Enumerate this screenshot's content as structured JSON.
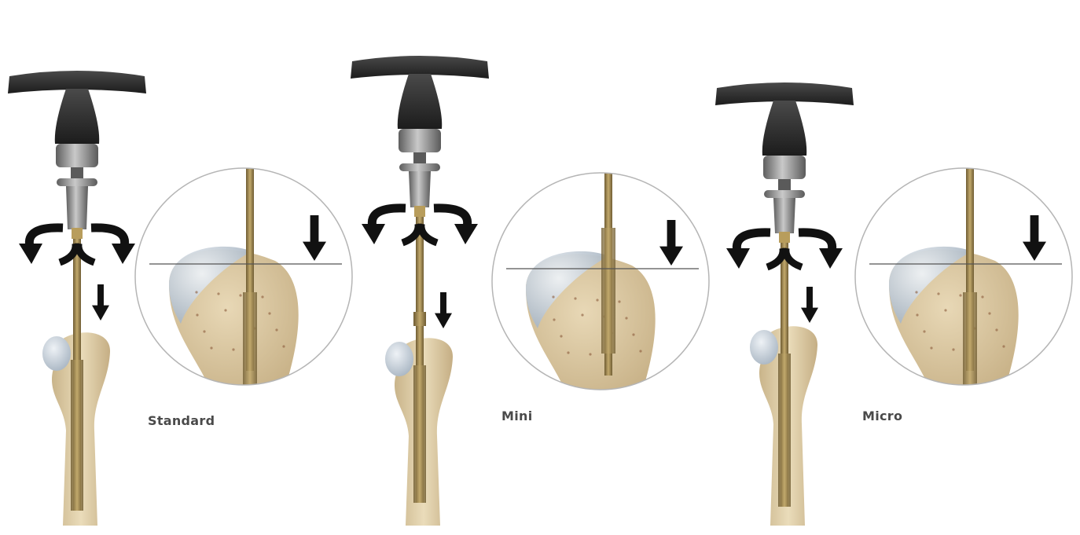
{
  "variants": [
    {
      "label": "Standard",
      "tip_style": "plain"
    },
    {
      "label": "Mini",
      "tip_style": "collar"
    },
    {
      "label": "Micro",
      "tip_style": "plain"
    }
  ],
  "colors": {
    "bone": "#e2d2b0",
    "bone_shadow": "#c7b189",
    "cartilage": "#c9d3dd",
    "handle": "#2c2c2c",
    "metal": "#8c8c8c",
    "rod": "#9c8550",
    "arrow": "#111111",
    "circle_stroke": "#b5b5b5",
    "label": "#4a4a4a"
  },
  "icons": [
    "rotation-arrow-icon",
    "down-arrow-icon",
    "t-handle-icon"
  ]
}
